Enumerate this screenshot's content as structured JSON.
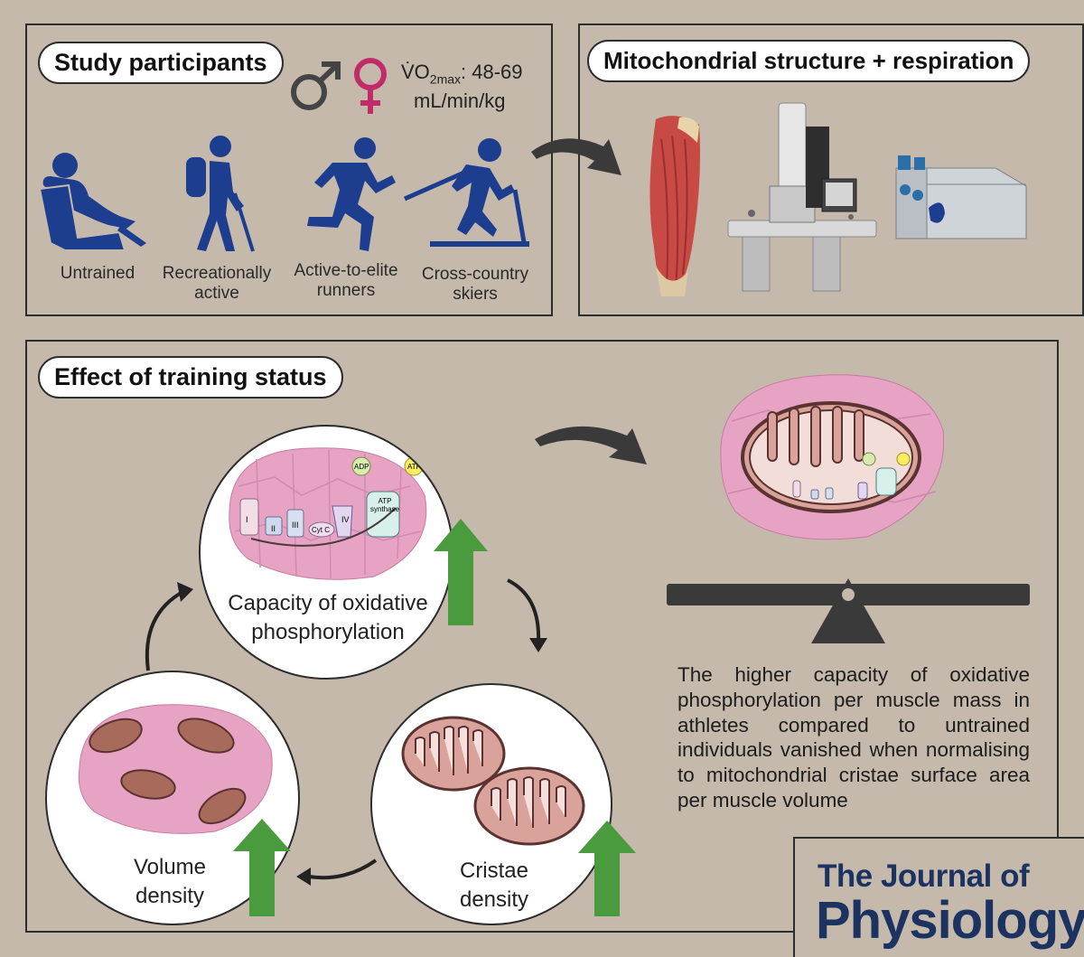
{
  "participants": {
    "title": "Study participants",
    "vo2_label_main": "V̇O",
    "vo2_label_sub": "2max",
    "vo2_value": ": 48-69",
    "vo2_unit": "mL/min/kg",
    "groups": [
      {
        "label": "Untrained",
        "icon": "seated-person-icon"
      },
      {
        "label": "Recreationally active",
        "icon": "hiker-icon"
      },
      {
        "label": "Active-to-elite runners",
        "icon": "runner-icon"
      },
      {
        "label": "Cross-country skiers",
        "icon": "skier-icon"
      }
    ],
    "icon_color": "#1d3d8f"
  },
  "methods": {
    "title": "Mitochondrial structure + respiration",
    "icons": [
      "muscle-icon",
      "electron-microscope-icon",
      "respirometer-icon"
    ]
  },
  "effect": {
    "title": "Effect of training status",
    "cycle": [
      {
        "label": "Capacity of oxidative phosphorylation"
      },
      {
        "label": "Cristae density"
      },
      {
        "label": "Volume density"
      }
    ],
    "complexes": [
      "I",
      "II",
      "III",
      "Cyt C",
      "IV",
      "ATP synthase"
    ],
    "adp": "ADP",
    "atp": "ATP",
    "summary": "The higher capacity of oxidative phosphorylation per muscle mass in athletes compared to untrained individuals vanished when normalising to mitochondrial cristae surface area per muscle volume",
    "arrow_color": "#4a9a3e"
  },
  "journal": {
    "line1": "The Journal of",
    "line2": "Physiology",
    "color": "#1c3362"
  }
}
